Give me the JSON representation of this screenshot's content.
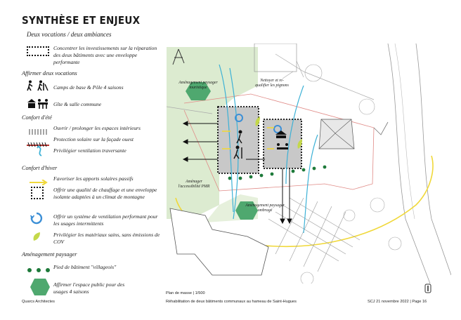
{
  "title": "SYNTHÈSE ET ENJEUX",
  "subtitle": "Deux vocations / deux ambiances",
  "legend": {
    "concentrate": "Concentrer les investissements sur la réparation des deux bâtiments avec une enveloppe performante",
    "sec_vocations": "Affirmer deux vocations",
    "camps": "Camps de base & Pôle 4 saisons",
    "gite": "Gîte & salle commune",
    "sec_ete": "Confort d'été",
    "ouvrir": "Ouvrir / prolonger les espaces intérieurs",
    "protection": "Protection solaire sur la façade ouest",
    "ventilation_traversante": "Privilégier ventilation traversante",
    "sec_hiver": "Confort d'hiver",
    "apports": "Favoriser les apports solaires passifs",
    "chauffage": "Offrir une qualité de chauffage et une enveloppe isolante adaptées à un climat de montagne",
    "ventilation_perf": "Offrir un système de ventilation performant pour les usages intermittents",
    "materiaux": "Privilégier les matériaux sains, sans émissions de COV",
    "sec_paysager": "Aménagement paysager",
    "pied": "Pied de bâtiment \"villageois\"",
    "espace_public": "Affirmer l'espace public pour des usages 4 saisons"
  },
  "map_labels": {
    "touristique": "Aménagement paysager touristique",
    "nettoyer": "Nettoyer et re-qualifier les pignons",
    "pmr": "Aménager l'accessibilité PMR",
    "ombrage": "Aménagement paysager ombragé"
  },
  "footer": {
    "company": "Quarcs Architectes",
    "plan": "Plan de masse | 1/500",
    "project": "Réhabilitation de deux bâtiments communaux au hameau de Saint-Hugues",
    "date_page": "SCJ  21 novembre 2022 | Page 16"
  },
  "colors": {
    "green_area": "#dcebd0",
    "hexagon": "#4fa86f",
    "dot_green": "#1e7a3a",
    "arrow_yellow": "#f0d83a",
    "arrow_blue": "#3cb1d6",
    "protection_red": "#b5352f",
    "leaf": "#c4d84a"
  }
}
